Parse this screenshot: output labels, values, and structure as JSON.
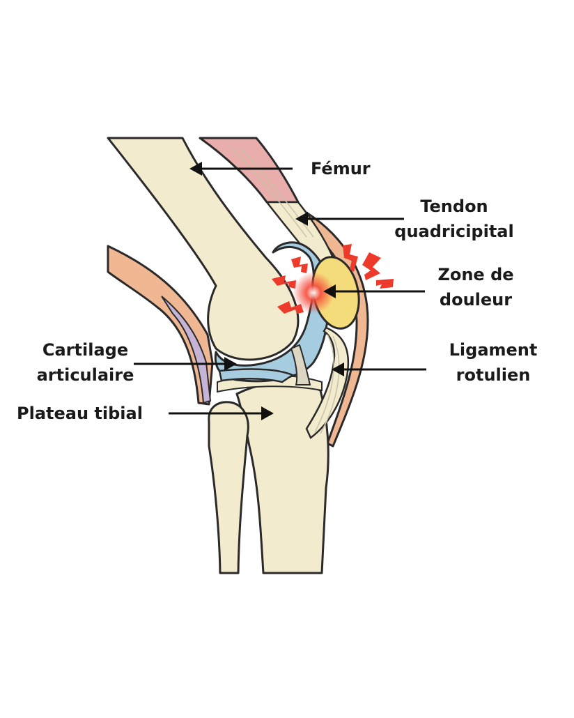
{
  "labels": {
    "femur": "Fémur",
    "tendon_line1": "Tendon",
    "tendon_line2": "quadricipital",
    "pain_line1": "Zone de",
    "pain_line2": "douleur",
    "cartilage_line1": "Cartilage",
    "cartilage_line2": "articulaire",
    "ligament_line1": "Ligament",
    "ligament_line2": "rotulien",
    "plateau": "Plateau tibial"
  },
  "colors": {
    "bone": "#f3ebcd",
    "outline": "#2a2a2a",
    "cartilage": "#a6cce0",
    "patella": "#f5dc7a",
    "muscle": "#e9aeab",
    "skin": "#f0b793",
    "purple": "#c5b4d6",
    "pain": "#ee3a2a"
  }
}
